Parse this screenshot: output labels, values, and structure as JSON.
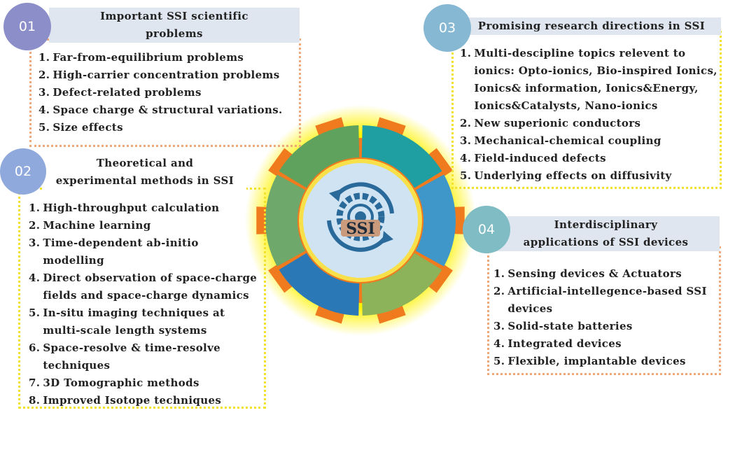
{
  "center": {
    "label": "SSI"
  },
  "sections": [
    {
      "num": "01",
      "title": "Important SSI scientific\nproblems",
      "items": [
        "Far-from-equilibrium problems",
        "High-carrier concentration problems",
        "Defect-related problems",
        "Space charge & structural variations.",
        "Size effects"
      ]
    },
    {
      "num": "02",
      "title": "Theoretical and\nexperimental methods in SSI",
      "items": [
        "High-throughput calculation",
        "Machine learning",
        "Time-dependent ab-initio\nmodelling",
        "Direct observation of space-charge\nfields and space-charge dynamics",
        "In-situ imaging techniques at\nmulti-scale length systems",
        "Space-resolve & time-resolve\ntechniques",
        "3D Tomographic methods",
        "Improved Isotope techniques"
      ]
    },
    {
      "num": "03",
      "title": "Promising research directions in SSI",
      "items": [
        " Multi-descipline topics relevent to\nionics: Opto-ionics, Bio-inspired Ionics,\nIonics& information, Ionics&Energy,\nIonics&Catalysts, Nano-ionics",
        "New superionic conductors",
        "Mechanical-chemical coupling",
        "Field-induced defects",
        "Underlying effects on diffusivity"
      ]
    },
    {
      "num": "04",
      "title": "Interdisciplinary\napplications of SSI devices",
      "items": [
        " Sensing devices & Actuators",
        "Artificial-intellegence-based SSI\ndevices",
        "Solid-state batteries",
        "Integrated devices",
        "Flexible, implantable devices"
      ]
    }
  ],
  "colors": {
    "circle01": "#8c8ec9",
    "circle02": "#8fa9dc",
    "circle03": "#86b8d3",
    "circle04": "#7fbcc4",
    "header": "#dfe6ef",
    "border_orange": "#f0a878",
    "border_yellow": "#f2e22a"
  }
}
